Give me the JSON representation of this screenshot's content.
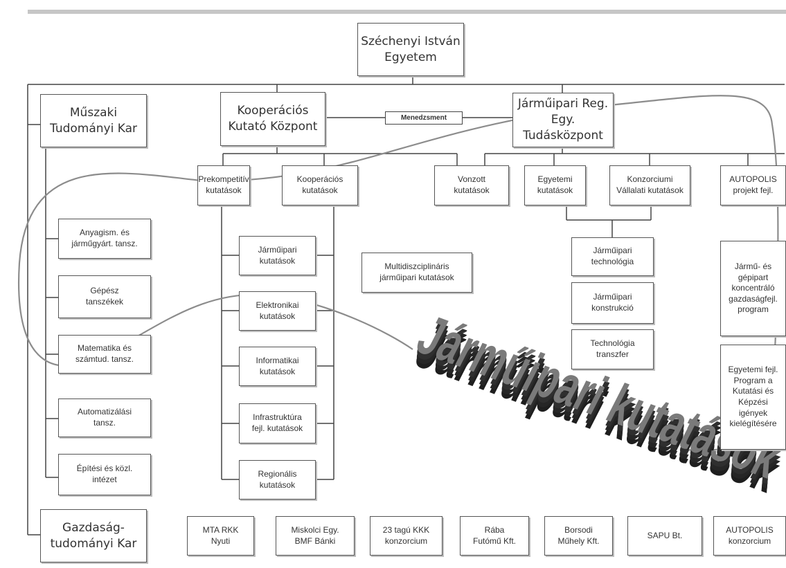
{
  "header": {
    "bar_color": "#c6c6c6"
  },
  "nodes": {
    "root": "Széchenyi István\nEgyetem",
    "muszaki": "Műszaki\nTudományi Kar",
    "kkk": "Kooperációs\nKutató Központ",
    "menedzsment": "Menedzsment",
    "jrtk": "Járműipari Reg. Egy.\nTudásközpont",
    "prekompetitiv": "Prekompetitív\nkutatások",
    "kooperacios": "Kooperációs\nkutatások",
    "vonzott": "Vonzott\nkutatások",
    "egyetemi": "Egyetemi\nkutatások",
    "konzorciumi": "Konzorciumi\nVállalati kutatások",
    "autopolis_proj": "AUTOPOLIS\nprojekt fejl.",
    "anyagism": "Anyagism. és\njárműgyárt. tansz.",
    "gepesz": "Gépész\ntanszékek",
    "matematika": "Matematika és\nszámtud. tansz.",
    "automatizalasi": "Automatizálási\ntansz.",
    "epitesi": "Építési és közl.\nintézet",
    "gazdasag": "Gazdaság-\ntudományi Kar",
    "jarmuipari_kut": "Járműipari\nkutatások",
    "elektronikai": "Elektronikai\nkutatások",
    "informatikai": "Informatikai\nkutatások",
    "infrastruktura": "Infrastruktúra\nfejl. kutatások",
    "regionalis": "Regionális\nkutatások",
    "multi": "Multidiszciplináris\njárműipari kutatások",
    "technologia": "Járműipari\ntechnológia",
    "konstrukcio": "Járműipari\nkonstrukció",
    "transzfer": "Technológia\ntranszfer",
    "jarmu_gepipar": "Jármű- és\ngépipart\nkoncentráló\ngazdaságfejl.\nprogram",
    "egyetemi_fejl": "Egyetemi fejl.\nProgram a\nKutatási és\nKépzési\nigények\nkielégítésére",
    "mta": "MTA RKK\nNyuti",
    "miskolci": "Miskolci Egy.\nBMF Bánki",
    "kkk23": "23 tagú KKK\nkonzorcium",
    "raba": "Rába\nFutómű Kft.",
    "borsodi": "Borsodi\nMűhely Kft.",
    "sapu": "SAPU Bt.",
    "autopolis_konz": "AUTOPOLIS\nkonzorcium"
  },
  "banner": {
    "text": "Járműipari kutatások",
    "face_color": "#7a7a7a",
    "shadow_color": "#1e1e1e"
  },
  "colors": {
    "line": "#444444",
    "curve": "#8c8c8c"
  }
}
